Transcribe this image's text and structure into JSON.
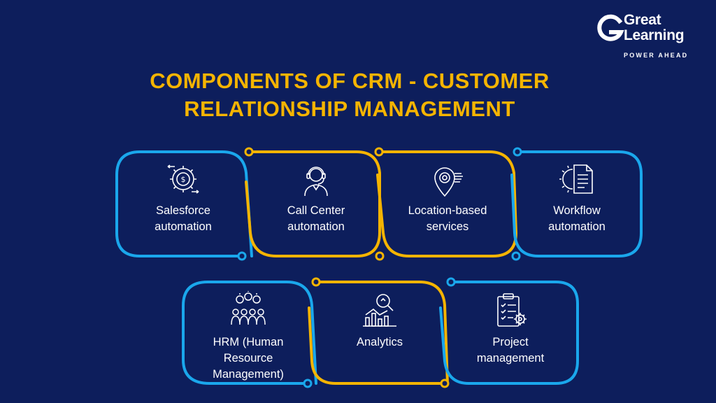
{
  "brand": {
    "line1": "Great",
    "line2": "Learning",
    "tagline": "POWER AHEAD"
  },
  "title": {
    "line1": "COMPONENTS OF CRM - CUSTOMER",
    "line2": "RELATIONSHIP MANAGEMENT"
  },
  "colors": {
    "background": "#0d1e5c",
    "title": "#f5b400",
    "blue_frame": "#1aa7ec",
    "yellow_frame": "#f5b400",
    "text": "#ffffff"
  },
  "components": [
    {
      "line1": "Salesforce",
      "line2": "automation",
      "icon": "dollar-gear-icon"
    },
    {
      "line1": "Call Center",
      "line2": "automation",
      "icon": "headset-agent-icon"
    },
    {
      "line1": "Location-based",
      "line2": "services",
      "icon": "location-pin-icon"
    },
    {
      "line1": "Workflow",
      "line2": "automation",
      "icon": "gear-document-icon"
    },
    {
      "line1": "HRM (Human",
      "line2": "Resource",
      "line3": "Management)",
      "icon": "team-gears-icon"
    },
    {
      "line1": "Analytics",
      "icon": "chart-magnifier-icon"
    },
    {
      "line1": "Project",
      "line2": "management",
      "icon": "clipboard-gear-icon"
    }
  ]
}
